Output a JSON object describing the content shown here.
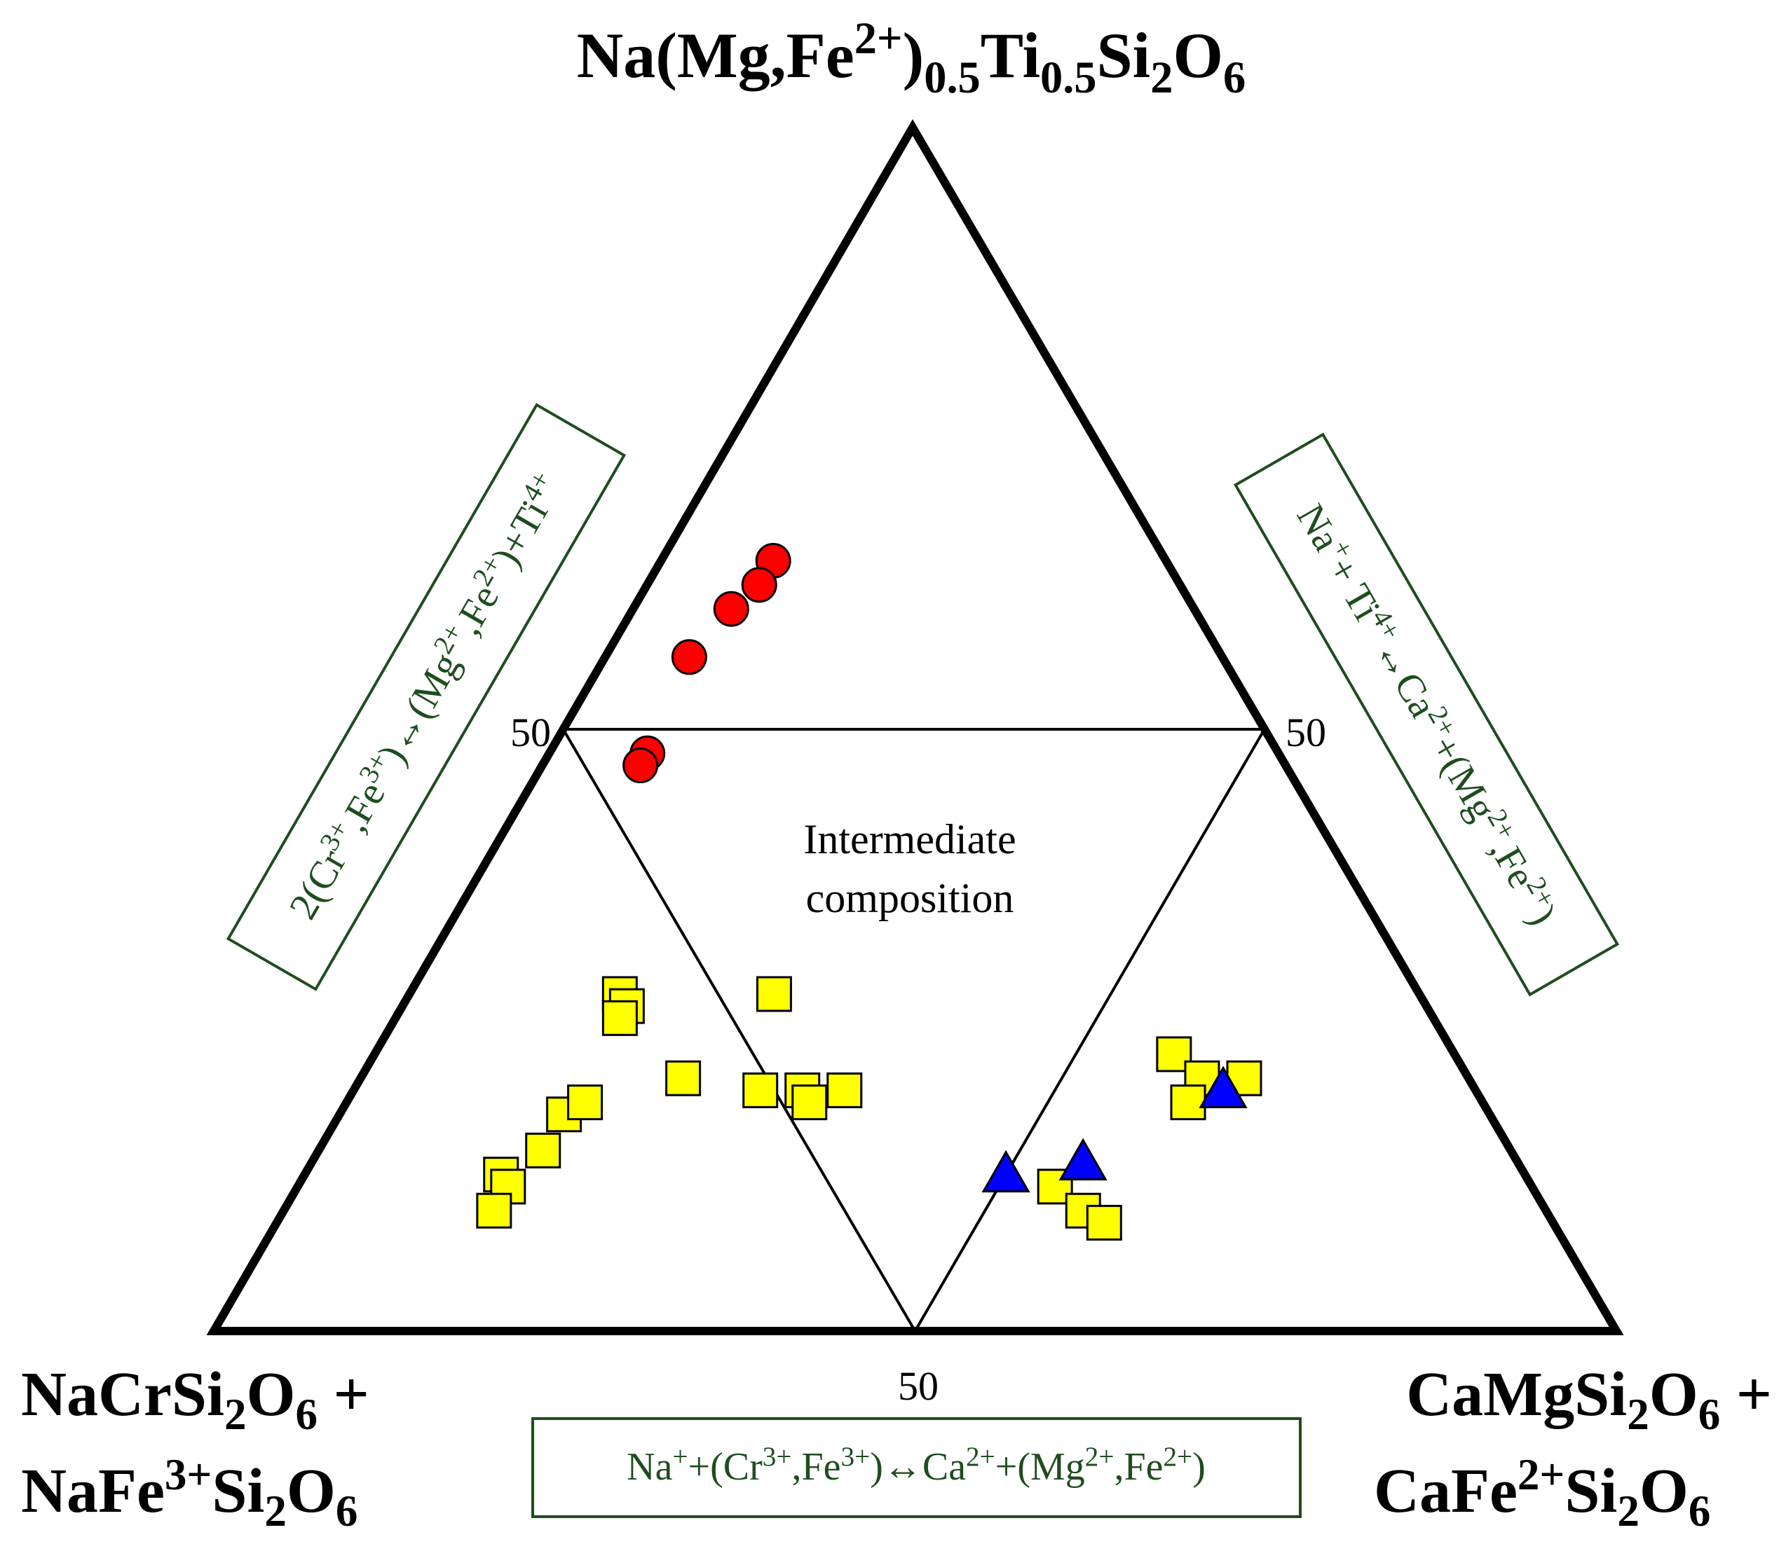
{
  "chart_data": {
    "type": "scatter",
    "plot_kind": "ternary",
    "vertices": {
      "top": [
        "Na(Mg,Fe",
        "2+",
        ")",
        "0.5",
        "Ti",
        "0.5",
        "Si",
        "2",
        "O",
        "6"
      ],
      "left": [
        "NaCrSi",
        "2",
        "O",
        "6",
        " +",
        "NaFe",
        "3+",
        "Si",
        "2",
        "O",
        "6"
      ],
      "right": [
        "CaMgSi",
        "2",
        "O",
        "6",
        " +",
        "CaFe",
        "2+",
        "Si",
        "2",
        "O",
        "6"
      ]
    },
    "tick_labels": {
      "left_edge": "50",
      "right_edge": "50",
      "bottom_edge": "50"
    },
    "center_label": [
      "Intermediate",
      "composition"
    ],
    "substitution_labels": {
      "left": [
        "2(Cr",
        "3+",
        ",Fe",
        "3+",
        ")↔(Mg",
        "2+",
        ",Fe",
        "2+",
        ")+Ti",
        "4+"
      ],
      "right": [
        "Na",
        "+",
        "+ Ti",
        "4+",
        "↔Ca",
        "2+",
        "+(Mg",
        "2+",
        ",Fe",
        "2+",
        ")"
      ],
      "bottom": [
        "Na",
        "+",
        "+(Cr",
        "3+",
        ",Fe",
        "3+",
        ")↔Ca",
        "2+",
        "+(Mg",
        "2+",
        ",Fe",
        "2+",
        ")"
      ]
    },
    "colors": {
      "frame": "#000000",
      "box_border": "#1e4d1e",
      "box_text": "#1e4d1e",
      "circle": "#ff0000",
      "square": "#ffff00",
      "triangle": "#0000ff"
    },
    "coordinate_order": [
      "top_component",
      "right_component",
      "left_component"
    ],
    "series": [
      {
        "marker": "circle",
        "points": [
          [
            0.64,
            0.08,
            0.28
          ],
          [
            0.62,
            0.08,
            0.3
          ],
          [
            0.6,
            0.07,
            0.33
          ],
          [
            0.56,
            0.06,
            0.38
          ],
          [
            0.48,
            0.07,
            0.45
          ],
          [
            0.47,
            0.07,
            0.46
          ]
        ]
      },
      {
        "marker": "square",
        "points": [
          [
            0.28,
            0.15,
            0.57
          ],
          [
            0.27,
            0.16,
            0.57
          ],
          [
            0.26,
            0.16,
            0.58
          ],
          [
            0.28,
            0.26,
            0.46
          ],
          [
            0.21,
            0.23,
            0.56
          ],
          [
            0.2,
            0.29,
            0.51
          ],
          [
            0.2,
            0.32,
            0.48
          ],
          [
            0.19,
            0.33,
            0.48
          ],
          [
            0.2,
            0.35,
            0.45
          ],
          [
            0.18,
            0.16,
            0.66
          ],
          [
            0.19,
            0.17,
            0.64
          ],
          [
            0.15,
            0.16,
            0.69
          ],
          [
            0.13,
            0.14,
            0.73
          ],
          [
            0.12,
            0.15,
            0.73
          ],
          [
            0.1,
            0.15,
            0.75
          ],
          [
            0.23,
            0.57,
            0.2
          ],
          [
            0.21,
            0.6,
            0.19
          ],
          [
            0.19,
            0.6,
            0.21
          ],
          [
            0.21,
            0.63,
            0.16
          ],
          [
            0.12,
            0.54,
            0.34
          ],
          [
            0.1,
            0.57,
            0.33
          ],
          [
            0.09,
            0.59,
            0.32
          ]
        ]
      },
      {
        "marker": "triangle",
        "points": [
          [
            0.2,
            0.62,
            0.18
          ],
          [
            0.14,
            0.55,
            0.31
          ],
          [
            0.13,
            0.5,
            0.37
          ]
        ]
      }
    ]
  }
}
